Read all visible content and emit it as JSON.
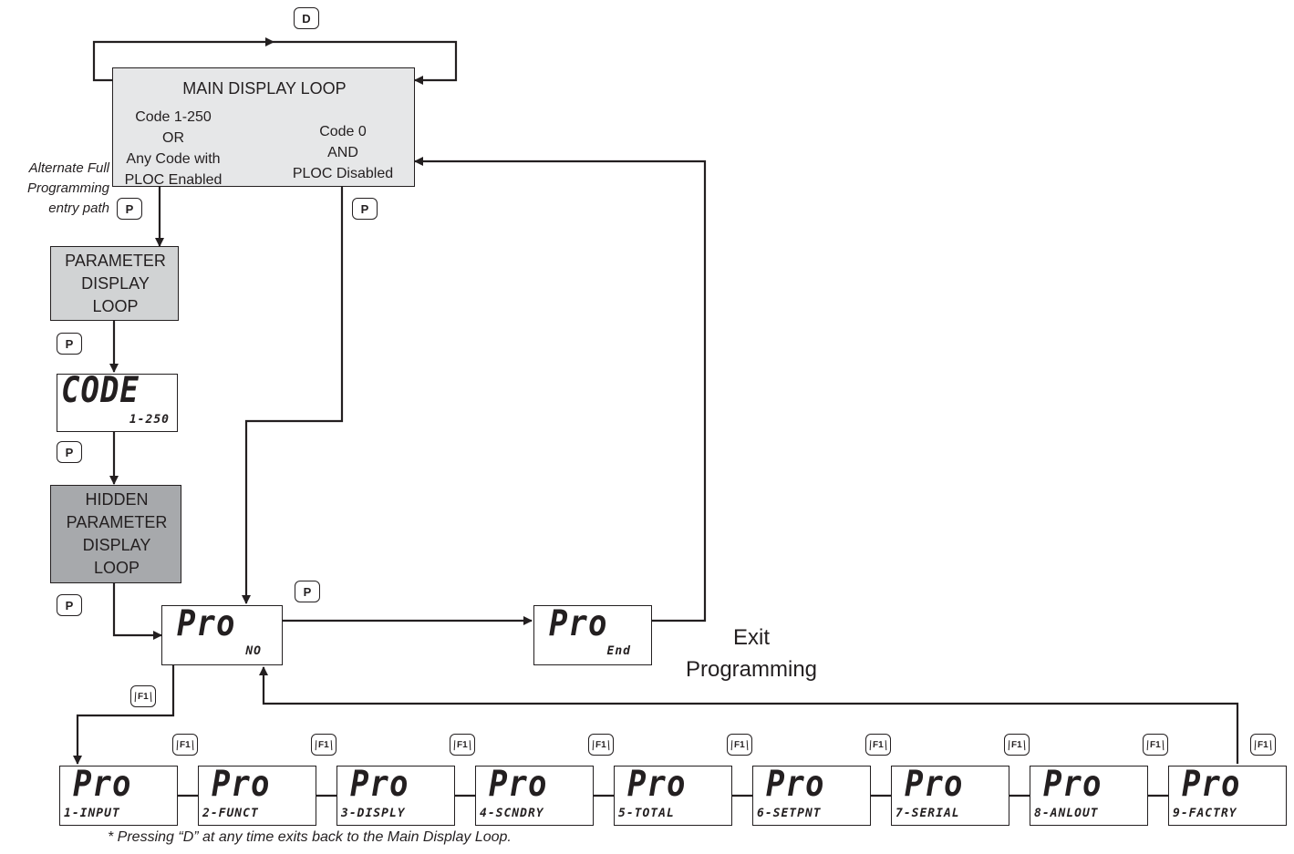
{
  "main_loop": {
    "title": "MAIN DISPLAY LOOP",
    "left_text": [
      "Code 1-250",
      "OR",
      "Any Code with",
      "PLOC Enabled"
    ],
    "right_text": [
      "Code 0",
      "AND",
      "PLOC Disabled"
    ]
  },
  "alternate_path": [
    "Alternate Full",
    "Programming",
    "entry path"
  ],
  "parameter_loop": [
    "PARAMETER",
    "DISPLAY",
    "LOOP"
  ],
  "hidden_loop": [
    "HIDDEN",
    "PARAMETER",
    "DISPLAY",
    "LOOP"
  ],
  "code_display": {
    "top": "CODE",
    "bottom": "1-250"
  },
  "pro_no": {
    "top": "Pro",
    "bottom": "NO"
  },
  "pro_end": {
    "top": "Pro",
    "bottom": "End"
  },
  "exit_label": [
    "Exit",
    "Programming"
  ],
  "buttons": {
    "d": "D",
    "p": "P",
    "f1": "F1"
  },
  "modules": [
    {
      "top": "Pro",
      "bottom": "1-INPUT"
    },
    {
      "top": "Pro",
      "bottom": "2-FUNCT"
    },
    {
      "top": "Pro",
      "bottom": "3-DISPLY"
    },
    {
      "top": "Pro",
      "bottom": "4-SCNDRY"
    },
    {
      "top": "Pro",
      "bottom": "5-TOTAL"
    },
    {
      "top": "Pro",
      "bottom": "6-SETPNT"
    },
    {
      "top": "Pro",
      "bottom": "7-SERIAL"
    },
    {
      "top": "Pro",
      "bottom": "8-ANLOUT"
    },
    {
      "top": "Pro",
      "bottom": "9-FACTRY"
    }
  ],
  "footnote": "* Pressing “D” at any time exits back to the Main Display Loop."
}
